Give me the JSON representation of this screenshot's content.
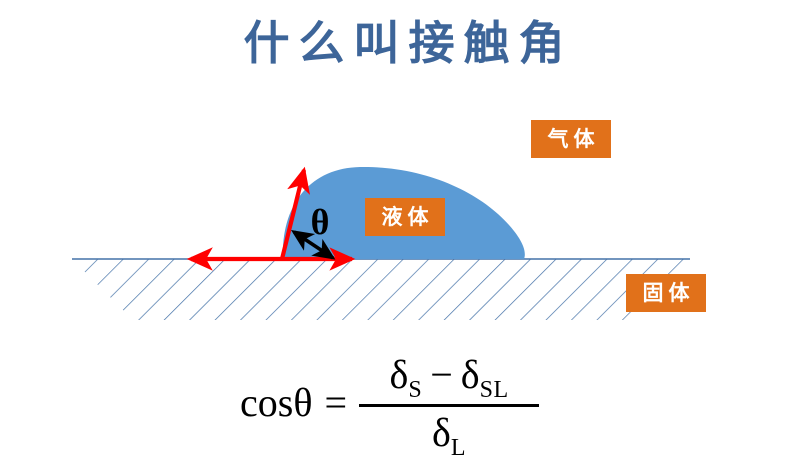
{
  "slide": {
    "title": "什么叫接触角",
    "title_color": "#3d6599",
    "background_color": "#ffffff"
  },
  "figure": {
    "caption_name": "contact-angle-diagram",
    "droplet": {
      "label": "液体",
      "color": "#5b9bd5",
      "description": "liquid droplet resting on a solid surface"
    },
    "gas_label": "气体",
    "solid_label": "固体",
    "label_box_color": "#e1711a",
    "label_text_color": "#ffffff",
    "angle_symbol": "θ",
    "angle_symbol_color": "#000000",
    "tangent_arrow_color": "#ff0000",
    "surface_arrow_color": "#ff0000",
    "angle_arrow_color": "#000000",
    "baseline_color": "#4472a8",
    "hatch_color": "#4472a8"
  },
  "formula": {
    "lhs": "cosθ",
    "equals": "=",
    "numerator": {
      "term1_symbol": "δ",
      "term1_subscript": "S",
      "operator": "−",
      "term2_symbol": "δ",
      "term2_subscript": "SL"
    },
    "denominator": {
      "symbol": "δ",
      "subscript": "L"
    },
    "plain_text": "cosθ = (δS − δSL) / δL"
  }
}
